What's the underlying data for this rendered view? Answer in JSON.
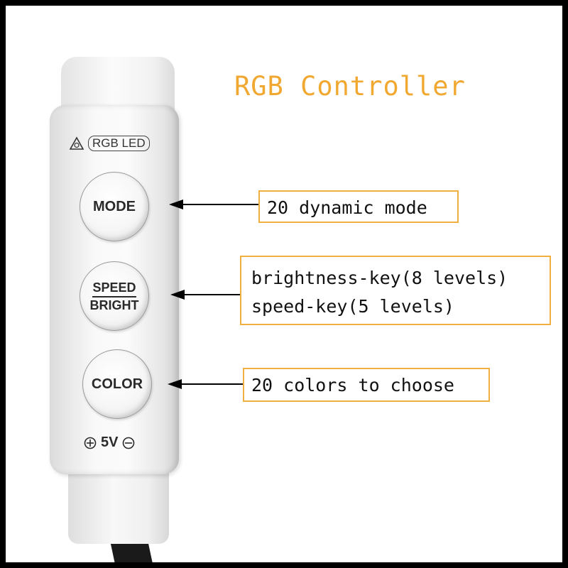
{
  "title": "RGB Controller",
  "device": {
    "badge_label": "RGB LED",
    "buttons": {
      "mode": "MODE",
      "speed_top": "SPEED",
      "speed_bottom": "BRIGHT",
      "color": "COLOR"
    },
    "power_label": "5V"
  },
  "annotations": {
    "mode": "20 dynamic mode",
    "brightness": "brightness-key(8 levels)",
    "speed": "speed-key(5 levels)",
    "color": "20 colors to choose"
  },
  "colors": {
    "title": "#f0a830",
    "box_border": "#f0b040"
  }
}
